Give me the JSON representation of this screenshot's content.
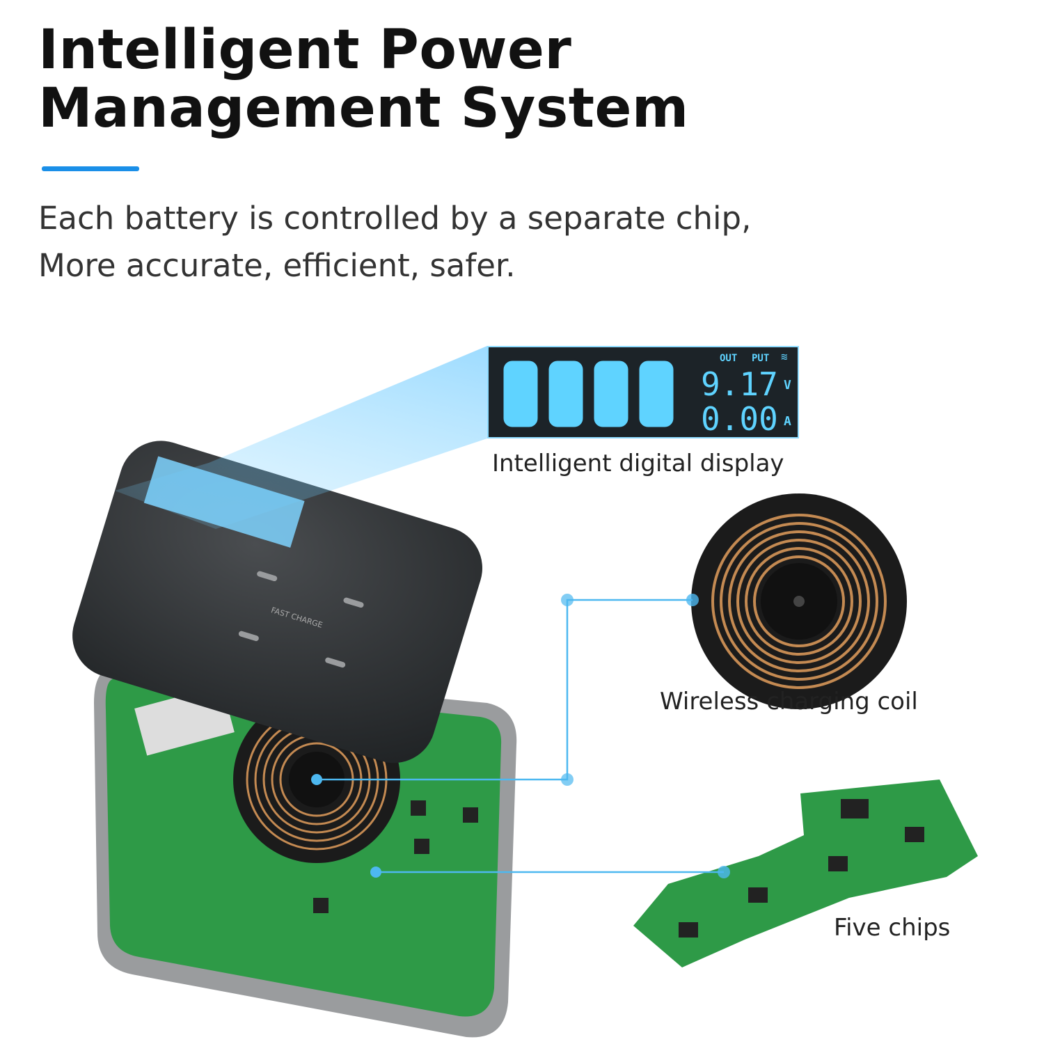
{
  "header": {
    "title_line1": "Intelligent Power",
    "title_line2": "Management System",
    "subtitle_line1": "Each battery is controlled by a separate chip,",
    "subtitle_line2": "More accurate, efficient, safer."
  },
  "display": {
    "out_label": "OUT",
    "put_label": "PUT",
    "voltage": "9.17",
    "voltage_unit": "V",
    "current": "0.00",
    "current_unit": "A",
    "battery_cells": 4
  },
  "device": {
    "lid_text": "FAST CHARGE"
  },
  "callouts": {
    "display": "Intelligent digital display",
    "coil": "Wireless charging coil",
    "chips": "Five chips"
  },
  "colors": {
    "accent": "#1a8fe8",
    "lcd_glow": "#5fd3ff",
    "callout_line": "#4db8f0",
    "pcb": "#2e9a47",
    "copper": "#c48a52"
  }
}
